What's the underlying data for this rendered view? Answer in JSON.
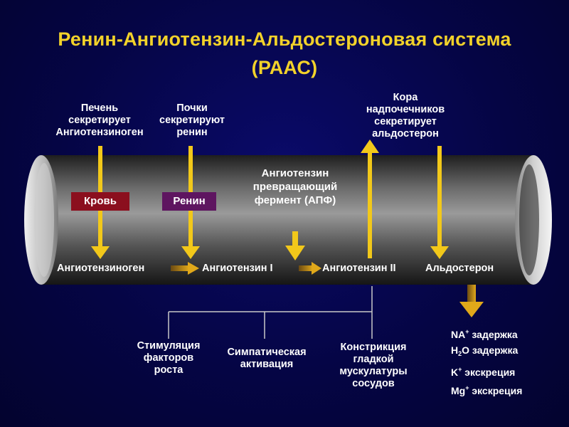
{
  "title": {
    "line1": "Ренин-Ангиотензин-Альдостероновая система",
    "line2": "(РААС)"
  },
  "sources": {
    "liver": [
      "Печень",
      "секретирует",
      "Ангиотензиноген"
    ],
    "kidneys": [
      "Почки",
      "секретируют",
      "ренин"
    ],
    "adrenal": [
      "Кора",
      "надпочечников",
      "секретирует",
      "альдостерон"
    ]
  },
  "enzyme": [
    "Ангиотензин",
    "превращающий",
    "фермент (АПФ)"
  ],
  "boxes": {
    "blood": "Кровь",
    "renin": "Ренин"
  },
  "chain": {
    "angiotensinogen": "Ангиотензиноген",
    "angiotensin1": "Ангиотензин I",
    "angiotensin2": "Ангиотензин II",
    "aldosterone": "Альдостерон"
  },
  "effects": {
    "growth": [
      "Стимуляция",
      "факторов",
      "роста"
    ],
    "sympathetic": [
      "Симпатическая",
      "активация"
    ],
    "constriction": [
      "Констрикция",
      "гладкой",
      "мускулатуры",
      "сосудов"
    ]
  },
  "aldosterone_effects": {
    "na": {
      "symbol": "NA",
      "sup": "+",
      "text": "задержка"
    },
    "h2o": {
      "symbol": "H",
      "sub": "2",
      "symbol2": "O",
      "text": "задержка"
    },
    "k": {
      "symbol": "K",
      "sup": "+",
      "text": "экскреция"
    },
    "mg": {
      "symbol": "Mg",
      "sup": "+",
      "text": "экскреция"
    }
  },
  "colors": {
    "title": "#f2d22a",
    "arrow": "#f2c81a",
    "blood_box": "#8b0f1e",
    "renin_box": "#5e1560",
    "lines": "#c8c8c8"
  }
}
